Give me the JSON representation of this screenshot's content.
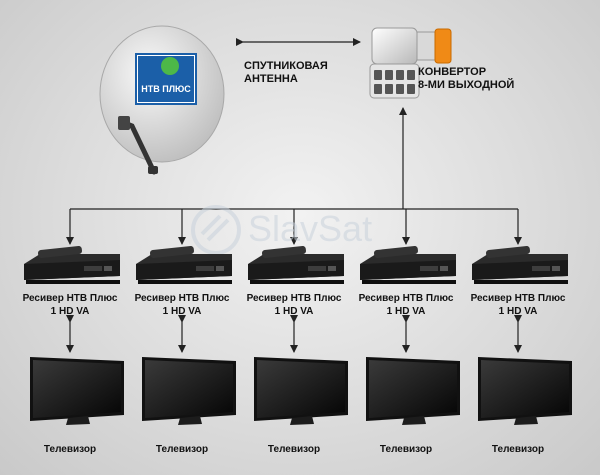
{
  "antenna_label": "СПУТНИКОВАЯ\nАНТЕННА",
  "converter_label": "КОНВЕРТОР\n8-МИ ВЫХОДНОЙ",
  "dish_logo": "НТВ ПЛЮС",
  "watermark": "SlavSat",
  "receivers": [
    {
      "label": "Ресивер НТВ Плюс\n1 HD VA"
    },
    {
      "label": "Ресивер НТВ Плюс\n1 HD VA"
    },
    {
      "label": "Ресивер НТВ Плюс\n1 HD VA"
    },
    {
      "label": "Ресивер НТВ Плюс\n1 HD VA"
    },
    {
      "label": "Ресивер НТВ Плюс\n1 HD VA"
    }
  ],
  "tvs": [
    {
      "label": "Телевизор"
    },
    {
      "label": "Телевизор"
    },
    {
      "label": "Телевизор"
    },
    {
      "label": "Телевизор"
    },
    {
      "label": "Телевизор"
    }
  ],
  "colors": {
    "line": "#222222",
    "dish": "#e4e4e4",
    "logo_bg": "#1b5fa8",
    "logo_ball": "#4db848",
    "lnb_cap": "#f08a16"
  }
}
